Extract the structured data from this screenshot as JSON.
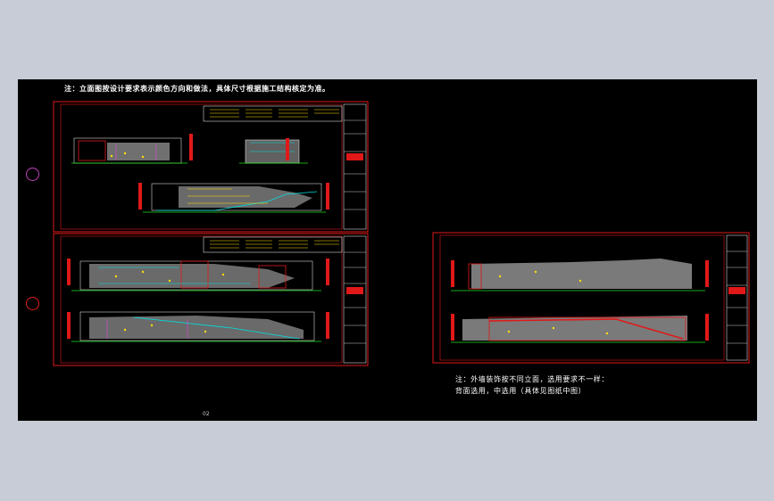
{
  "viewer": {
    "background": "#c8ccd6",
    "canvas_color": "#000000"
  },
  "markers": [
    {
      "name": "top-marker",
      "color": "#c040c0"
    },
    {
      "name": "bottom-marker",
      "color": "#e02020"
    }
  ],
  "notes": {
    "top_note": "注：立面图按设计要求表示颜色方向和做法，具体尺寸根据施工结构核定为准。",
    "right_note_line1": "注：外墙装饰按不同立面，选用要求不一样：",
    "right_note_line2": "背面选用，中选用（具体见图纸中图）",
    "page_mark": "02"
  },
  "colors": {
    "frame_red": "#e01818",
    "line_white": "#ffffff",
    "accent_cyan": "#00e0e0",
    "accent_green": "#20e020",
    "accent_yellow": "#ffe000",
    "accent_magenta": "#e040e0",
    "fill_gray": "#808080"
  }
}
